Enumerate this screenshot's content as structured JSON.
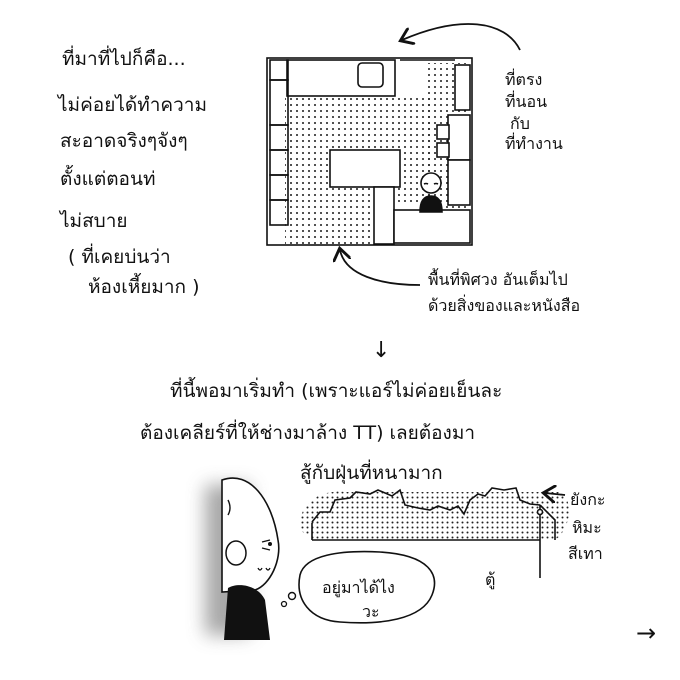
{
  "intro_lines": [
    "ที่มาที่ไปก็คือ...",
    "ไม่ค่อยได้ทำความ",
    "สะอาดจริงๆจังๆ",
    "ตั้งแต่ตอนท่",
    "ไม่สบาย",
    "( ที่เคยบ่นว่า",
    "ห้องเหี้ยมาก )"
  ],
  "room_label_lines": [
    "ที่ตรง",
    "ที่นอน",
    "กับ",
    "ที่ทำงาน"
  ],
  "floor_note_lines": [
    "พื้นที่พิศวง อันเต็มไป",
    "ด้วยสิ่งของและหนังสือ"
  ],
  "down_arrow": "↓",
  "middle_lines": [
    "ที่นี้พอมาเริ่มทำ (เพราะแอร์ไม่ค่อยเย็นละ",
    "ต้องเคลียร์ที่ให้ช่างมาล้าง TT)   เลยต้องมา",
    "สู้กับฝุ่นที่หนามาก"
  ],
  "snow_label_lines": [
    "ยังกะ",
    "หิมะ",
    "สีเทา"
  ],
  "cabinet_label": "ตู้",
  "speech_lines": [
    "อยู่มาได้ไง",
    "วะ"
  ],
  "next_arrow": "→"
}
